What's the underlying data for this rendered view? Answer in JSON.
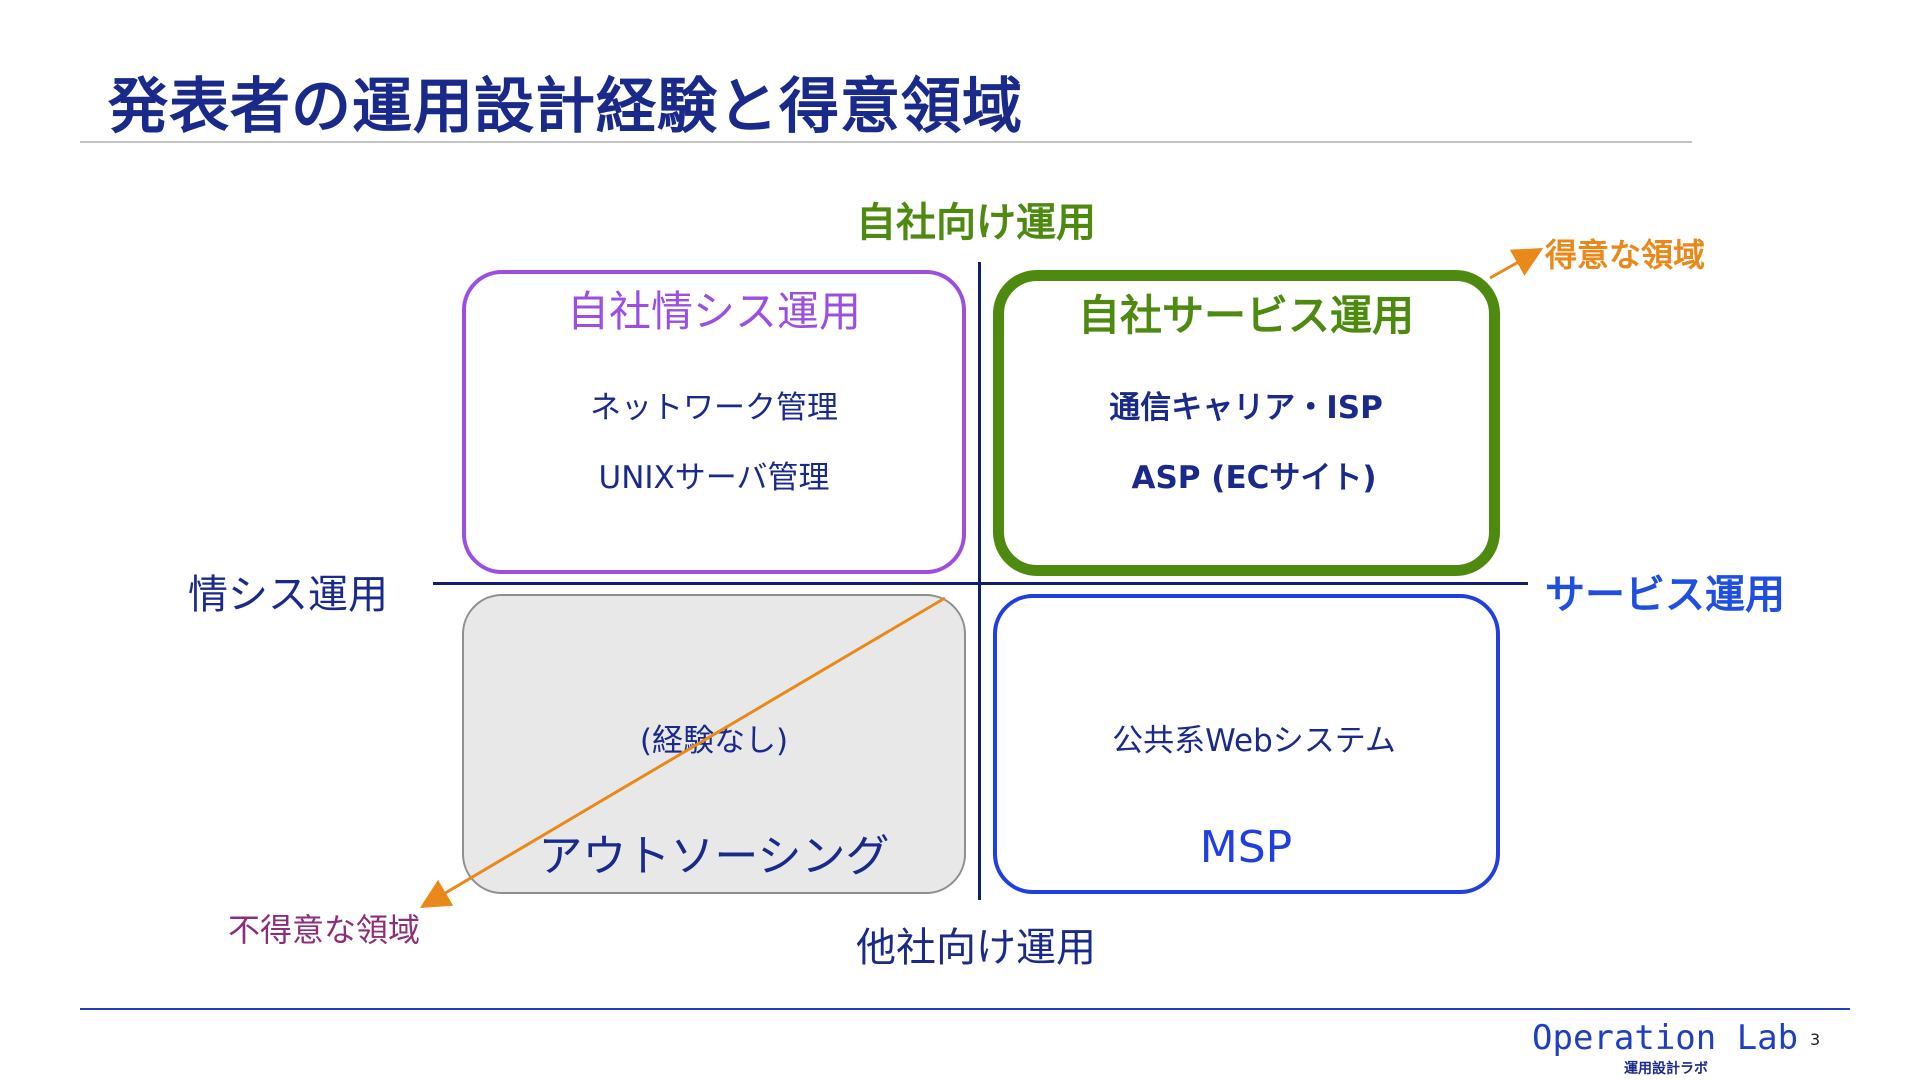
{
  "slide": {
    "title": "発表者の運用設計経験と得意領域",
    "page_number": "3"
  },
  "axes": {
    "top": "自社向け運用",
    "bottom": "他社向け運用",
    "left": "情シス運用",
    "right": "サービス運用"
  },
  "legend": {
    "good": "得意な領域",
    "bad": "不得意な領域"
  },
  "quadrants": {
    "top_left": {
      "heading": "自社情シス運用",
      "items": [
        "ネットワーク管理",
        "UNIXサーバ管理"
      ]
    },
    "top_right": {
      "heading": "自社サービス運用",
      "items": [
        "通信キャリア・ISP",
        "ASP (ECサイト)"
      ]
    },
    "bottom_left": {
      "items": [
        "(経験なし)"
      ],
      "footer": "アウトソーシング"
    },
    "bottom_right": {
      "items": [
        "公共系Webシステム"
      ],
      "footer": "MSP"
    }
  },
  "footer": {
    "brand": "Operation Lab",
    "brand_sub": "運用設計ラボ"
  },
  "colors": {
    "title": "#1a2a8a",
    "self_it": "#9b4fe0",
    "self_service": "#4e8a10",
    "outsourcing_bg": "#e8e8e8",
    "msp": "#1f3fe0",
    "good_arrow": "#e8891a",
    "bad_label": "#8b2f7d"
  }
}
